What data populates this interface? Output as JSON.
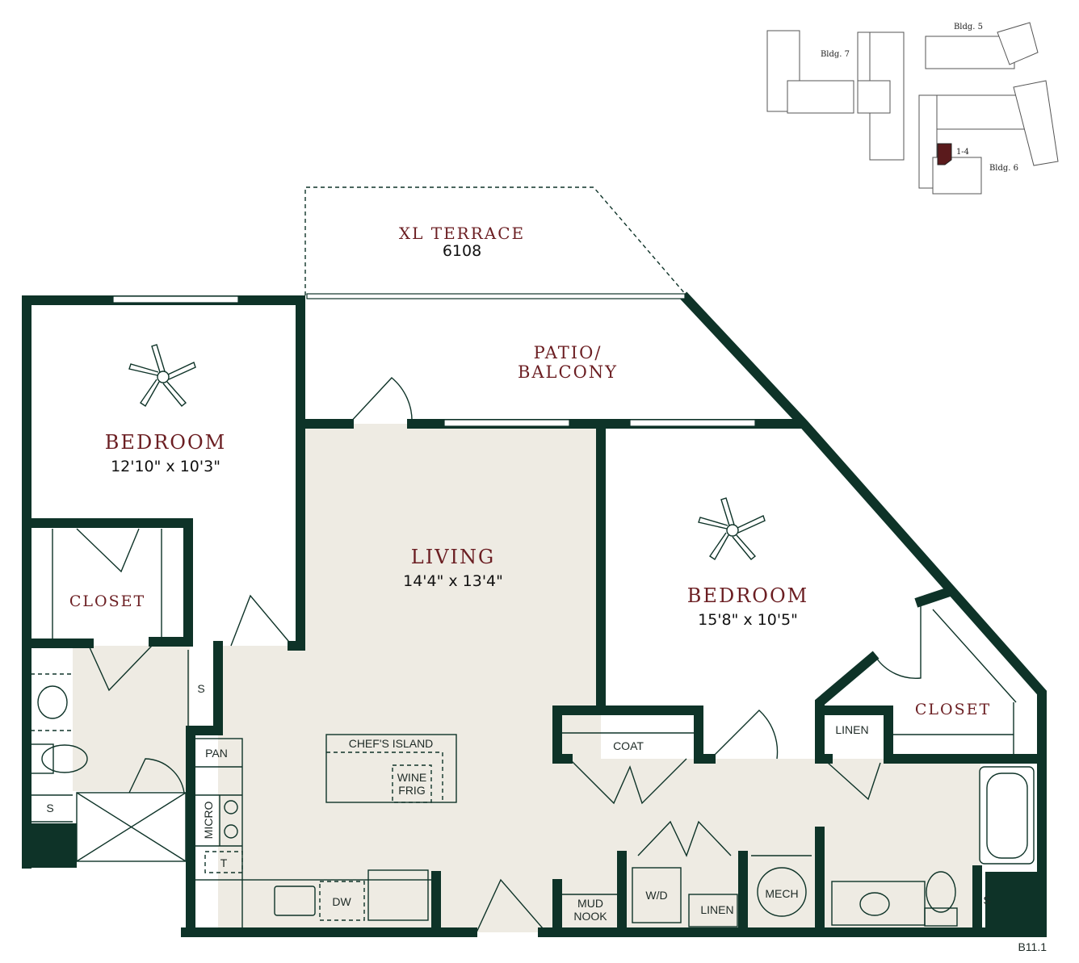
{
  "colors": {
    "wall": "#0e3328",
    "room_label": "#6b1e22",
    "floor": "#eeebe3",
    "highlight_unit": "#5a1a1c"
  },
  "rooms": {
    "terrace": {
      "name": "XL TERRACE",
      "number": "6108"
    },
    "patio": {
      "line1": "PATIO/",
      "line2": "BALCONY"
    },
    "bedroom1": {
      "name": "BEDROOM",
      "size": "12'10\" x 10'3\""
    },
    "living": {
      "name": "LIVING",
      "size": "14'4\" x 13'4\""
    },
    "bedroom2": {
      "name": "BEDROOM",
      "size": "15'8\" x 10'5\""
    },
    "closet1": "CLOSET",
    "closet2": "CLOSET"
  },
  "fixtures": {
    "chefs_island": "CHEF'S ISLAND",
    "wine1": "WINE",
    "wine2": "FRIG",
    "pan": "PAN",
    "micro": "MICRO",
    "t": "T",
    "dw": "DW",
    "coat": "COAT",
    "linen1": "LINEN",
    "linen2": "LINEN",
    "mud1": "MUD",
    "mud2": "NOOK",
    "wd": "W/D",
    "mech": "MECH",
    "s1": "S",
    "s2": "S",
    "s3": "S"
  },
  "site_map": {
    "bldg5": "Bldg. 5",
    "bldg6": "Bldg. 6",
    "bldg7": "Bldg. 7",
    "unit": "1-4"
  },
  "plan_code": "B11.1"
}
